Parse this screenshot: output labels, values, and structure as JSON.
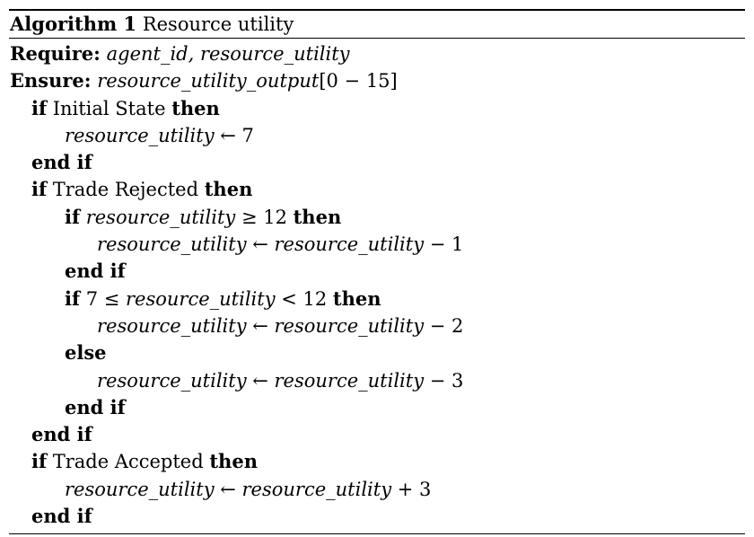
{
  "caption": {
    "label": "Algorithm 1",
    "title": "Resource utility"
  },
  "lines": [
    {
      "indent": 0,
      "parts": [
        {
          "t": "Require:",
          "s": "kw"
        },
        {
          "t": " ",
          "s": ""
        },
        {
          "t": "agent_id, resource_utility",
          "s": "mi"
        }
      ]
    },
    {
      "indent": 0,
      "parts": [
        {
          "t": "Ensure:",
          "s": "kw"
        },
        {
          "t": " ",
          "s": ""
        },
        {
          "t": "resource_utility_output",
          "s": "mi"
        },
        {
          "t": "[0 − 15]",
          "s": ""
        }
      ]
    },
    {
      "indent": 1,
      "parts": [
        {
          "t": "if",
          "s": "kw"
        },
        {
          "t": " Initial State ",
          "s": ""
        },
        {
          "t": "then",
          "s": "kw"
        }
      ]
    },
    {
      "indent": 2,
      "parts": [
        {
          "t": "resource_utility",
          "s": "mi"
        },
        {
          "t": " ← 7",
          "s": ""
        }
      ]
    },
    {
      "indent": 1,
      "parts": [
        {
          "t": "end if",
          "s": "kw"
        }
      ]
    },
    {
      "indent": 1,
      "parts": [
        {
          "t": "if",
          "s": "kw"
        },
        {
          "t": " Trade Rejected ",
          "s": ""
        },
        {
          "t": "then",
          "s": "kw"
        }
      ]
    },
    {
      "indent": 2,
      "parts": [
        {
          "t": "if",
          "s": "kw"
        },
        {
          "t": " ",
          "s": ""
        },
        {
          "t": "resource_utility",
          "s": "mi"
        },
        {
          "t": " ≥ 12 ",
          "s": ""
        },
        {
          "t": "then",
          "s": "kw"
        }
      ]
    },
    {
      "indent": 3,
      "parts": [
        {
          "t": "resource_utility",
          "s": "mi"
        },
        {
          "t": " ← ",
          "s": ""
        },
        {
          "t": "resource_utility",
          "s": "mi"
        },
        {
          "t": " − 1",
          "s": ""
        }
      ]
    },
    {
      "indent": 2,
      "parts": [
        {
          "t": "end if",
          "s": "kw"
        }
      ]
    },
    {
      "indent": 2,
      "parts": [
        {
          "t": "if",
          "s": "kw"
        },
        {
          "t": " 7 ≤ ",
          "s": ""
        },
        {
          "t": "resource_utility",
          "s": "mi"
        },
        {
          "t": " < 12 ",
          "s": ""
        },
        {
          "t": "then",
          "s": "kw"
        }
      ]
    },
    {
      "indent": 3,
      "parts": [
        {
          "t": "resource_utility",
          "s": "mi"
        },
        {
          "t": " ← ",
          "s": ""
        },
        {
          "t": "resource_utility",
          "s": "mi"
        },
        {
          "t": " − 2",
          "s": ""
        }
      ]
    },
    {
      "indent": 2,
      "parts": [
        {
          "t": "else",
          "s": "kw"
        }
      ]
    },
    {
      "indent": 3,
      "parts": [
        {
          "t": "resource_utility",
          "s": "mi"
        },
        {
          "t": " ← ",
          "s": ""
        },
        {
          "t": "resource_utility",
          "s": "mi"
        },
        {
          "t": " − 3",
          "s": ""
        }
      ]
    },
    {
      "indent": 2,
      "parts": [
        {
          "t": "end if",
          "s": "kw"
        }
      ]
    },
    {
      "indent": 1,
      "parts": [
        {
          "t": "end if",
          "s": "kw"
        }
      ]
    },
    {
      "indent": 1,
      "parts": [
        {
          "t": "if",
          "s": "kw"
        },
        {
          "t": " Trade Accepted ",
          "s": ""
        },
        {
          "t": "then",
          "s": "kw"
        }
      ]
    },
    {
      "indent": 2,
      "parts": [
        {
          "t": "resource_utility",
          "s": "mi"
        },
        {
          "t": " ← ",
          "s": ""
        },
        {
          "t": "resource_utility",
          "s": "mi"
        },
        {
          "t": " + 3",
          "s": ""
        }
      ]
    },
    {
      "indent": 1,
      "parts": [
        {
          "t": "end if",
          "s": "kw"
        }
      ]
    }
  ]
}
